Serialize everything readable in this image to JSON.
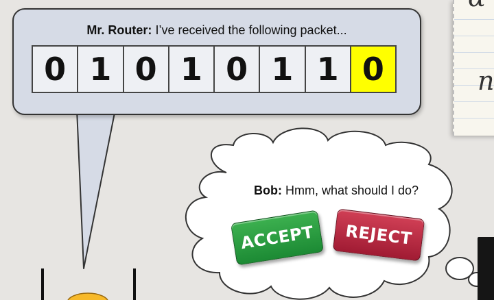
{
  "speech_bubble": {
    "speaker": "Mr. Router:",
    "message": "I’ve received the following packet...",
    "packet_bits": [
      "0",
      "1",
      "0",
      "1",
      "0",
      "1",
      "1",
      "0"
    ],
    "highlighted_index": 7,
    "highlight_color": "#ffff00"
  },
  "thought_bubble": {
    "speaker": "Bob:",
    "message": "Hmm, what should I do?"
  },
  "buttons": {
    "accept_label": "ACCEPT",
    "reject_label": "REJECT",
    "accept_color": "#2a9d40",
    "reject_color": "#b8283f"
  },
  "icons": {
    "router": "router-icon",
    "monitor": "monitor-icon",
    "notepad": "notepad-icon"
  }
}
